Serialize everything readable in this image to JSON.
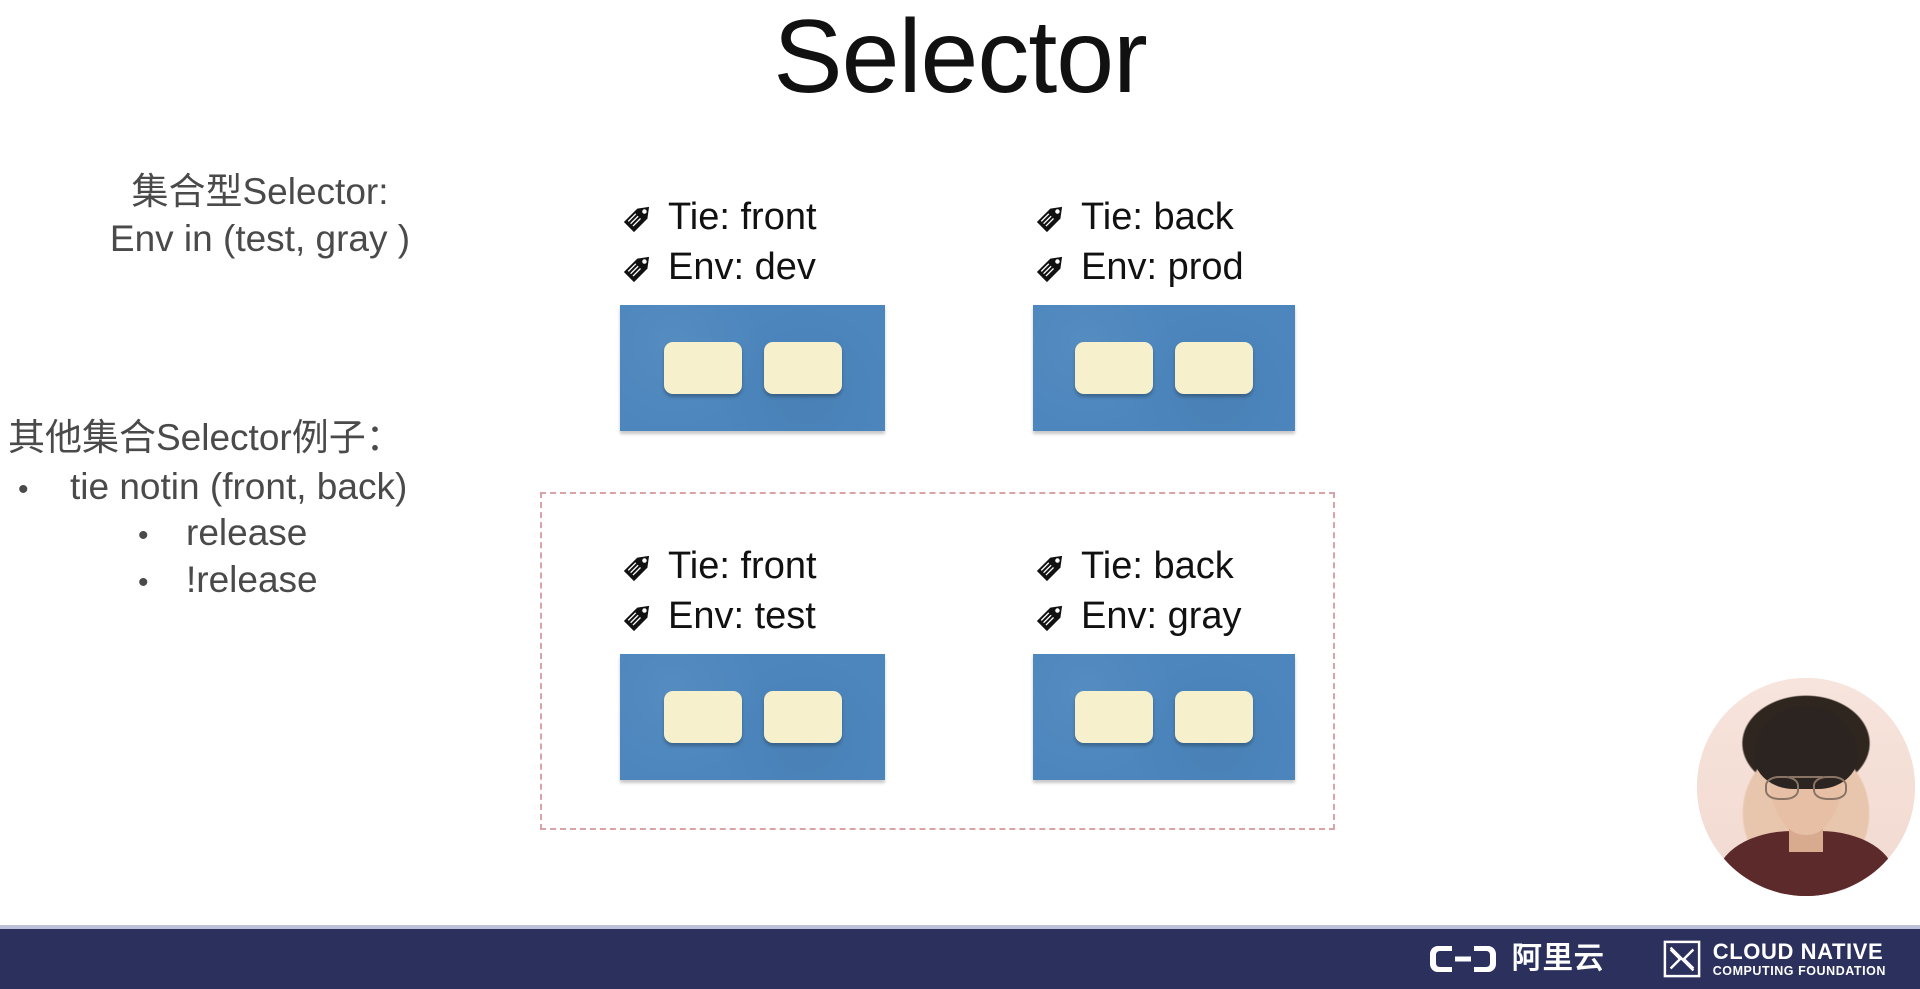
{
  "slide": {
    "title": "Selector"
  },
  "left_panel": {
    "set_selector": {
      "heading": "集合型Selector:",
      "expression": "Env in (test, gray )"
    },
    "other_examples": {
      "heading": "其他集合Selector例子：",
      "bullets": [
        {
          "level": 1,
          "marker": "•",
          "text": "tie notin (front, back)"
        },
        {
          "level": 2,
          "marker": "•",
          "text": "release"
        },
        {
          "level": 2,
          "marker": "•",
          "text": "!release"
        }
      ]
    }
  },
  "pods": [
    {
      "id": "pod-front-dev",
      "tie_label": "Tie: front",
      "env_label": "Env: dev",
      "containers": 2,
      "selected": false
    },
    {
      "id": "pod-back-prod",
      "tie_label": "Tie: back",
      "env_label": "Env: prod",
      "containers": 2,
      "selected": false
    },
    {
      "id": "pod-front-test",
      "tie_label": "Tie: front",
      "env_label": "Env: test",
      "containers": 2,
      "selected": true
    },
    {
      "id": "pod-back-gray",
      "tie_label": "Tie: back",
      "env_label": "Env: gray",
      "containers": 2,
      "selected": true
    }
  ],
  "selection_region": {
    "name": "matched-pods-region",
    "border_color": "#d9a3a8",
    "border_style": "dashed"
  },
  "icons": {
    "tag": "tag-icon"
  },
  "footer": {
    "aliyun": {
      "mark": "aliyun-bracket-logo-icon",
      "text": "阿里云"
    },
    "cncf": {
      "mark": "cncf-diamond-logo-icon",
      "line1": "CLOUD NATIVE",
      "line2": "COMPUTING FOUNDATION"
    }
  },
  "presenter": {
    "name": "presenter-video-bubble"
  },
  "colors": {
    "pod_blue": "#4c86bd",
    "container_cream": "#f6f0cd",
    "footer_navy": "#2b305c",
    "footer_top_line": "#bcc0d8",
    "dashed_pink": "#d9a3a8",
    "text_gray": "#4a4a4a",
    "title_black": "#111111"
  }
}
